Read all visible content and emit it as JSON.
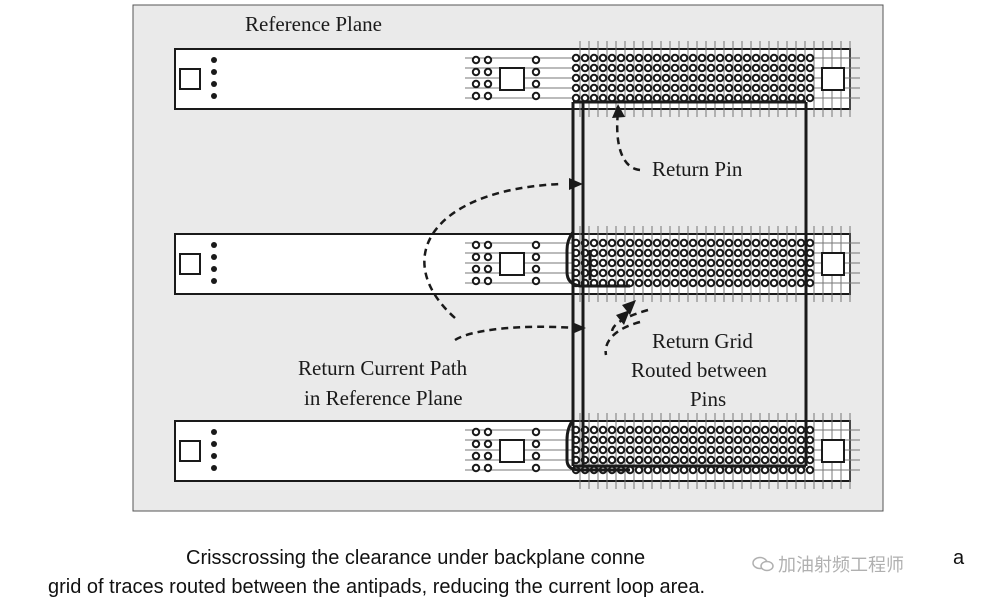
{
  "labels": {
    "reference_plane": "Reference Plane",
    "return_pin": "Return Pin",
    "return_current_path_line1": "Return Current Path",
    "return_current_path_line2": "in Reference Plane",
    "return_grid_line1": "Return Grid",
    "return_grid_line2": "Routed between",
    "return_grid_line3": "Pins"
  },
  "caption": {
    "line1": "Crisscrossing the clearance under backplane conne",
    "line1_end": "a",
    "line2": "grid of traces routed between the antipads, reducing the current loop area."
  },
  "watermark": {
    "text": "加油射频工程师",
    "icon": "wechat-icon"
  },
  "colors": {
    "panel_background": "#eaeaea",
    "ink": "#1a1a1a"
  }
}
